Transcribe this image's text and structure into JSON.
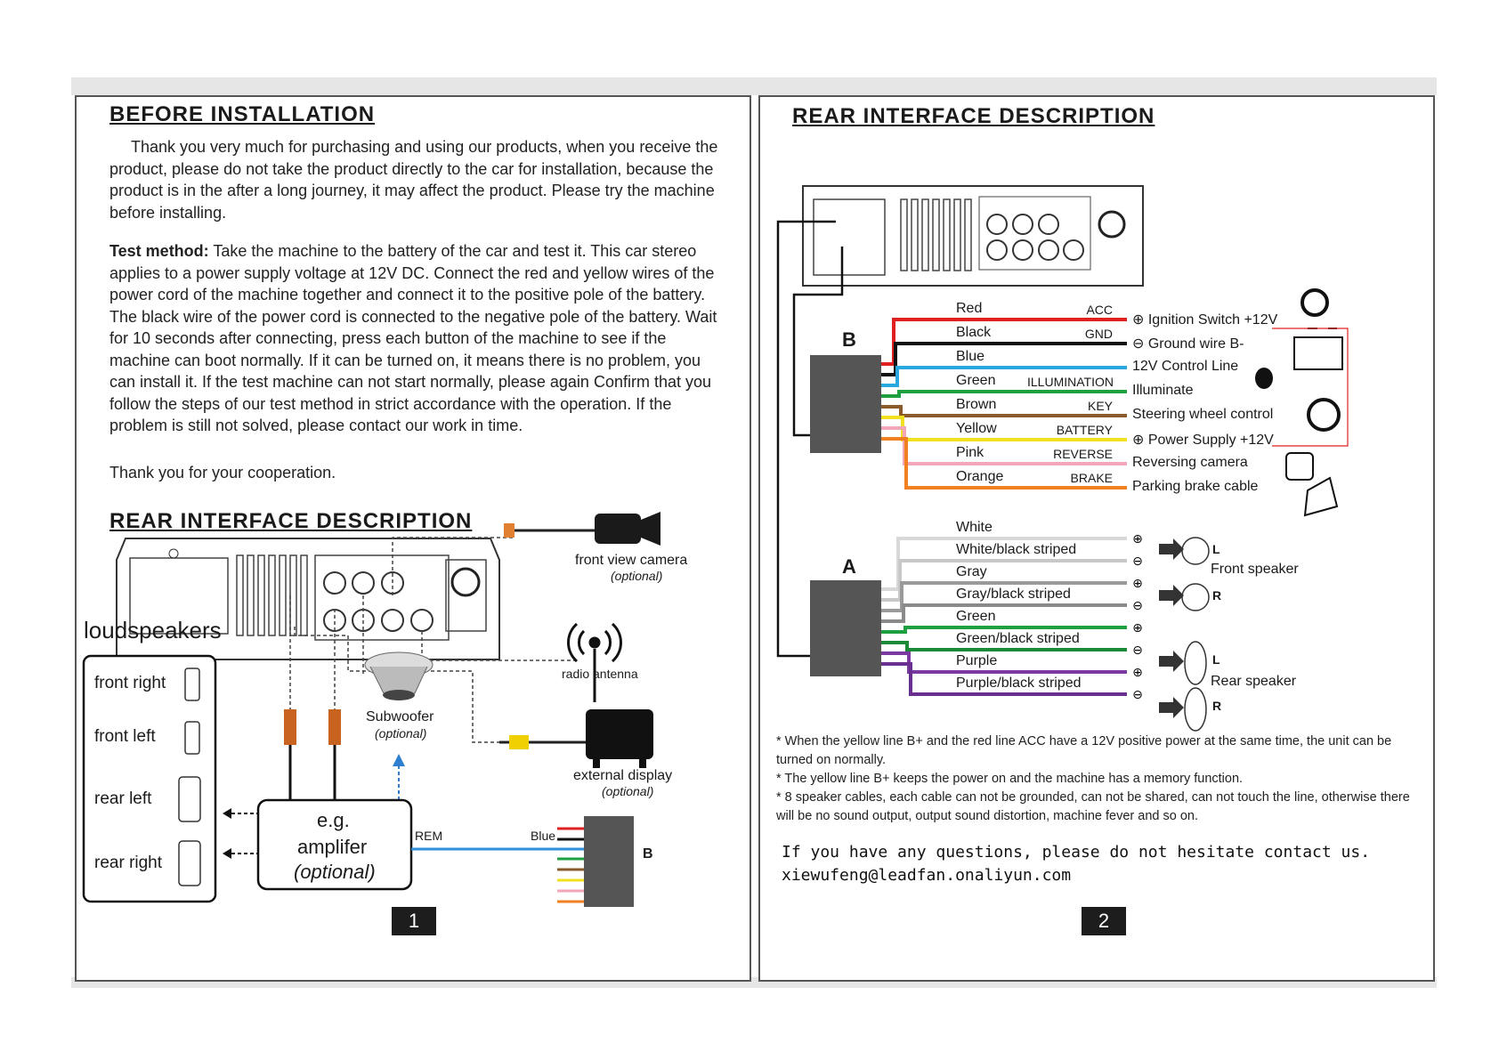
{
  "left_page": {
    "heading": "BEFORE INSTALLATION",
    "intro": "Thank you very much for purchasing and using our products, when you receive the product, please do not take the product directly to the car for installation, because the product is in the after a long journey, it may affect the product. Please try the machine before installing.",
    "test_label": "Test method:",
    "test_text": "Take the machine to the battery of the car and test it. This car stereo applies to a power supply voltage at 12V DC. Connect the red and yellow wires of the power cord of the machine together and connect it to the positive pole of the battery. The black wire of the power cord is connected to the negative pole of the battery. Wait for 10 seconds after connecting, press each button of the machine to see if the machine can boot normally. If it can be turned on, it means there is no problem, you can install it. If the test machine can not start normally, please again Confirm that you follow the steps of our test method in strict accordance with the operation. If the problem is still not solved, please contact our work in time.",
    "thanks": "Thank you for your cooperation.",
    "heading2": "REAR INTERFACE DESCRIPTION",
    "loudspeakers": "loudspeakers",
    "speakers": [
      "front right",
      "front left",
      "rear left",
      "rear right"
    ],
    "front_camera": "front view camera",
    "front_camera_opt": "(optional)",
    "radio_antenna": "radio antenna",
    "subwoofer": "Subwoofer",
    "subwoofer_opt": "(optional)",
    "ext_display": "external display",
    "ext_display_opt": "(optional)",
    "amp_l1": "e.g.",
    "amp_l2": "amplifer",
    "amp_l3": "(optional)",
    "rem": "REM",
    "blue": "Blue",
    "b": "B",
    "page_num": "1"
  },
  "right_page": {
    "heading": "REAR INTERFACE DESCRIPTION",
    "conn_a": "A",
    "conn_b": "B",
    "b_wires": [
      {
        "color": "Red",
        "func": "ACC",
        "hex": "#e02020",
        "desc": "Ignition Switch +12V",
        "sign": "+"
      },
      {
        "color": "Black",
        "func": "GND",
        "hex": "#111111",
        "desc": "Ground wire B-",
        "sign": "-"
      },
      {
        "color": "Blue",
        "func": "",
        "hex": "#29a8e0",
        "desc": "12V Control Line",
        "sign": ""
      },
      {
        "color": "Green",
        "func": "ILLUMINATION",
        "hex": "#1fa040",
        "desc": "Illuminate",
        "sign": ""
      },
      {
        "color": "Brown",
        "func": "KEY",
        "hex": "#8a5a2b",
        "desc": "Steering wheel control",
        "sign": ""
      },
      {
        "color": "Yellow",
        "func": "BATTERY",
        "hex": "#f0e020",
        "desc": "Power Supply +12V",
        "sign": "+"
      },
      {
        "color": "Pink",
        "func": "REVERSE",
        "hex": "#f2a6b8",
        "desc": "Reversing camera",
        "sign": ""
      },
      {
        "color": "Orange",
        "func": "BRAKE",
        "hex": "#f08020",
        "desc": "Parking brake cable",
        "sign": ""
      }
    ],
    "a_wires": [
      {
        "label": "White",
        "hex": "#d8d8d8"
      },
      {
        "label": "White/black striped",
        "hex": "#c8c8c8"
      },
      {
        "label": "Gray",
        "hex": "#9a9a9a"
      },
      {
        "label": "Gray/black striped",
        "hex": "#8a8a8a"
      },
      {
        "label": "Green",
        "hex": "#1fa040"
      },
      {
        "label": "Green/black striped",
        "hex": "#1a8a36"
      },
      {
        "label": "Purple",
        "hex": "#7a3aa0"
      },
      {
        "label": "Purple/black striped",
        "hex": "#6a3090"
      }
    ],
    "front_speaker": "Front speaker",
    "rear_speaker": "Rear speaker",
    "speaker_l": "L",
    "speaker_r": "R",
    "notes": [
      "When the yellow line B+ and the red line ACC have a 12V positive power at the same time, the unit can be turned on normally.",
      "The yellow line B+ keeps the power on and the machine has a memory function.",
      "8 speaker cables, each cable can not be grounded, can not be shared, can not touch the line, otherwise there will be no sound output, output sound distortion, machine fever and so on."
    ],
    "contact1": "If you have any questions, please do not hesitate contact us.",
    "contact2": "xiewufeng@leadfan.onaliyun.com",
    "page_num": "2"
  }
}
